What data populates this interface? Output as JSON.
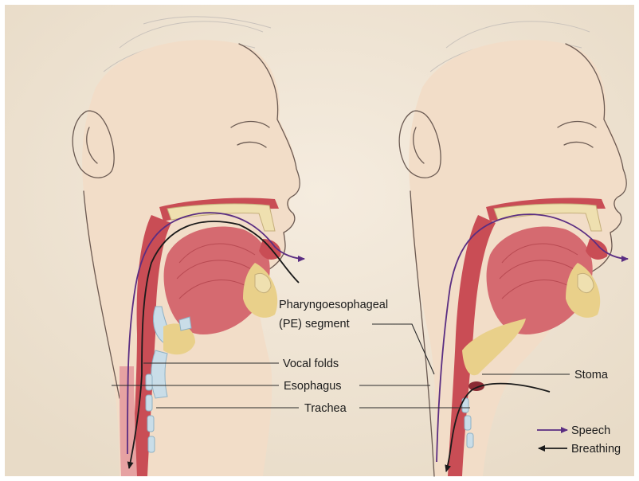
{
  "labels": {
    "pe_line1": "Pharyngoesophageal",
    "pe_line2": "(PE) segment",
    "vocal_folds": "Vocal folds",
    "esophagus": "Esophagus",
    "trachea": "Trachea",
    "stoma": "Stoma"
  },
  "legend": {
    "speech": "Speech",
    "breathing": "Breathing"
  },
  "colors": {
    "background": "#efe3d1",
    "speech_arrow": "#5a2d82",
    "breathing_arrow": "#1a1a1a"
  }
}
